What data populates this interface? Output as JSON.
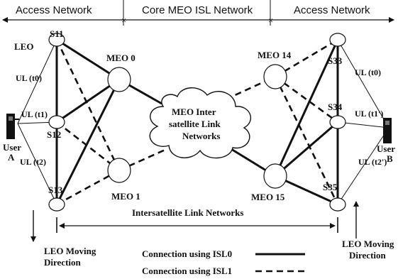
{
  "header": {
    "access_left": "Access Network",
    "core": "Core MEO ISL Network",
    "access_right": "Access Network"
  },
  "labels": {
    "leo": "LEO",
    "s11": "S11",
    "s12": "S12",
    "s13": "S13",
    "s33": "S33",
    "s34": "S34",
    "s35": "S35",
    "meo0": "MEO 0",
    "meo1": "MEO 1",
    "meo14": "MEO 14",
    "meo15": "MEO 15",
    "cloud_line1": "MEO Inter",
    "cloud_line2": "satellite Link",
    "cloud_line3": "Networks",
    "ul_t0_left": "UL (t0)",
    "ul_t1_left": "UL (t1)",
    "ul_t2_left": "UL (t2)",
    "ul_t0_right": "UL (t0)",
    "ul_t1_right": "UL (t1')",
    "ul_t2_right": "UL (t2')",
    "user_a_line1": "User",
    "user_a_line2": "A",
    "user_b_line1": "User",
    "user_b_line2": "B",
    "isl_networks": "Intersatellite Link Networks",
    "leo_moving_left_1": "LEO Moving",
    "leo_moving_left_2": "Direction",
    "leo_moving_right_1": "LEO Moving",
    "leo_moving_right_2": "Direction"
  },
  "legend": {
    "isl0": "Connection using ISL0",
    "isl1": "Connection using ISL1"
  }
}
